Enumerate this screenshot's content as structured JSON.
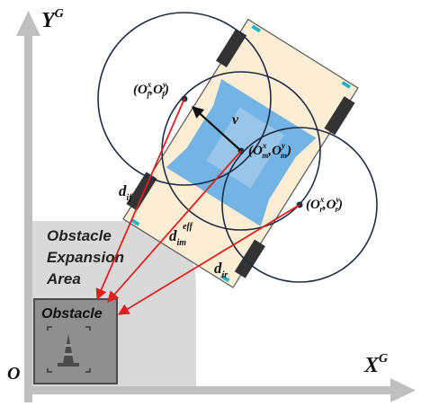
{
  "axes": {
    "y_label": "Y",
    "y_sup": "G",
    "x_label": "X",
    "x_sup": "G",
    "origin_label": "O"
  },
  "area": {
    "line1": "Obstacle",
    "line2": "Expansion",
    "line3": "Area"
  },
  "obstacle": {
    "label": "Obstacle",
    "icon": "traffic-cone-icon"
  },
  "points": {
    "front": {
      "open": "(",
      "base1": "O",
      "sup1": "x",
      "sub1": "f",
      "comma": ",",
      "base2": "O",
      "sup2": "y",
      "sub2": "f",
      "close": ")"
    },
    "middle": {
      "open": "(",
      "base1": "O",
      "sup1": "x",
      "sub1": "m",
      "comma": ",",
      "base2": "O",
      "sup2": "y",
      "sub2": "m",
      "close": ")"
    },
    "rear": {
      "open": "(",
      "base1": "O",
      "sup1": "x",
      "sub1": "r",
      "comma": ",",
      "base2": "O",
      "sup2": "y",
      "sub2": "r",
      "close": ")"
    }
  },
  "distances": {
    "d_if": {
      "base": "d",
      "sub": "if"
    },
    "d_im": {
      "base": "d",
      "sub": "im",
      "sup": "eff"
    },
    "d_ir": {
      "base": "d",
      "sub": "ir"
    }
  },
  "velocity": {
    "label": "v"
  },
  "colors": {
    "axis": "#bfbfbf",
    "expansion_area": "#d9d9d9",
    "obstacle_fill": "#8f8f8f",
    "obstacle_border": "#4a4a4a",
    "circle_stroke": "#1f2a44",
    "vehicle_body": "#fbeed4",
    "vehicle_center": "#5aa9e6",
    "distance_arrow": "#e02020"
  }
}
